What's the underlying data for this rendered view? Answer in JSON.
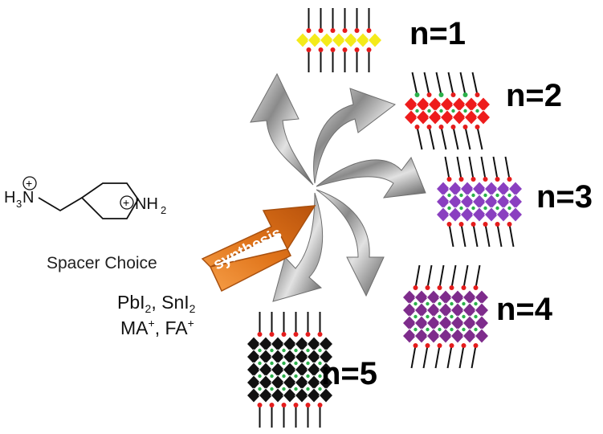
{
  "molecule": {
    "amine_left": "H",
    "amine_left_sub": "3",
    "amine_left_atom": "N",
    "amine_right_atom": "NH",
    "amine_right_sub": "2",
    "charge_symbol": "+"
  },
  "spacer_label": "Spacer Choice",
  "reagents": {
    "line1_pb": "PbI",
    "line1_pb_sub": "2",
    "line1_sep": ", ",
    "line1_sn": "SnI",
    "line1_sn_sub": "2",
    "line2_ma": "MA",
    "line2_ma_sup": "+",
    "line2_sep": ", ",
    "line2_fa": "FA",
    "line2_fa_sup": "+"
  },
  "arrow_label": "synthesis",
  "phases": [
    {
      "label": "n=1",
      "layers": 1,
      "color": "#f4ea1a"
    },
    {
      "label": "n=2",
      "layers": 2,
      "color": "#ee1c1c"
    },
    {
      "label": "n=3",
      "layers": 3,
      "color": "#8a3fc0"
    },
    {
      "label": "n=4",
      "layers": 4,
      "color": "#7e2c8c"
    },
    {
      "label": "n=5",
      "layers": 5,
      "color": "#111111"
    }
  ],
  "colors": {
    "synthesis_arrow": "#e0741a",
    "metal_arrows": "#9a9a9a",
    "spacer_end": "#e51c1c",
    "a_site": "#2bb04a"
  }
}
